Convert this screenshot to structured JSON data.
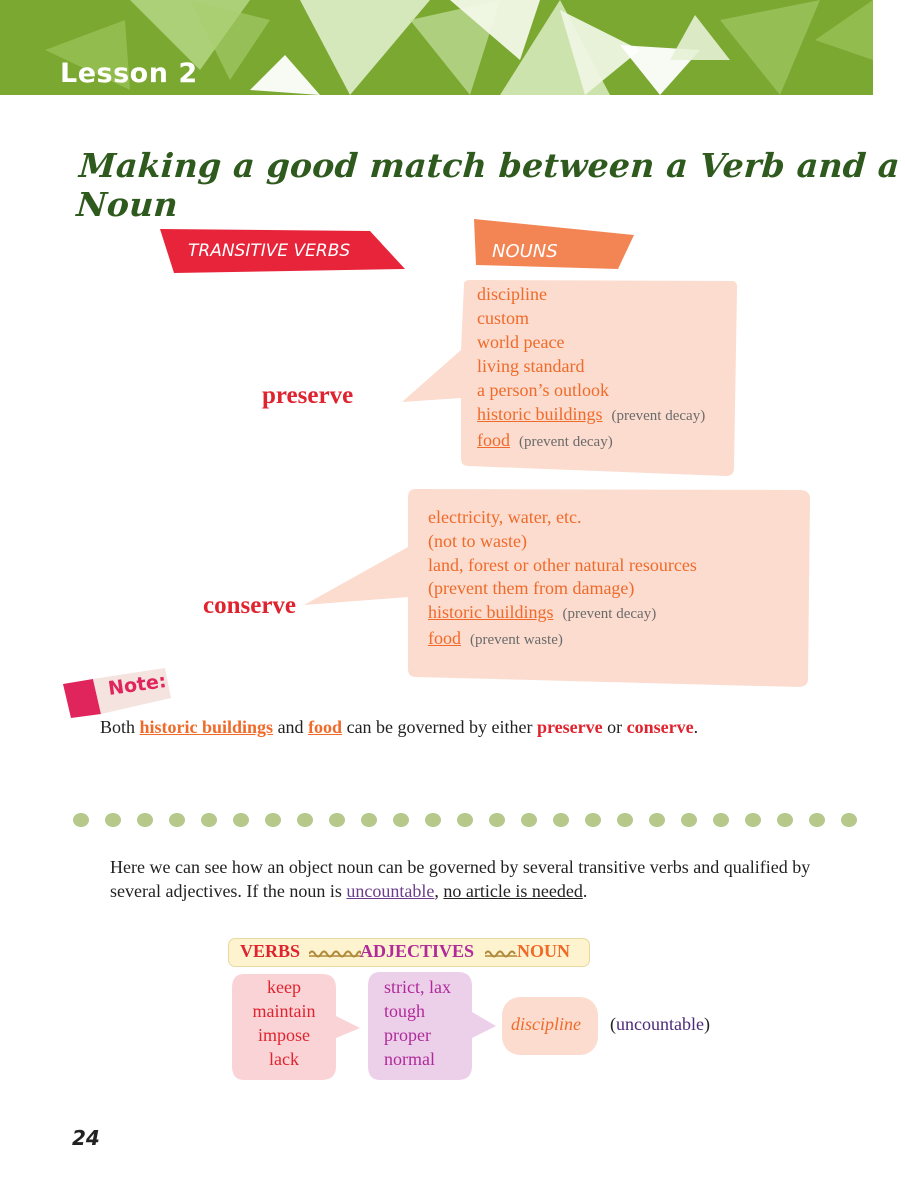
{
  "lesson": "Lesson 2",
  "title": "Making a good match between a Verb and a Noun",
  "headers": {
    "transitive": "TRANSITIVE VERBS",
    "nouns": "NOUNS"
  },
  "preserve": {
    "verb": "preserve",
    "items": [
      "discipline",
      "custom",
      "world peace",
      "living standard",
      "a person’s outlook"
    ],
    "hb": "historic buildings",
    "hb_note": "(prevent decay)",
    "food": "food",
    "food_note": "(prevent decay)"
  },
  "conserve": {
    "verb": "conserve",
    "items": [
      "electricity, water, etc.",
      "(not to waste)",
      "land, forest or other natural resources",
      "(prevent them from damage)"
    ],
    "hb": "historic buildings",
    "hb_note": "(prevent decay)",
    "food": "food",
    "food_note": "(prevent waste)"
  },
  "note": {
    "label": "Note:",
    "s1": "Both ",
    "hb": "historic buildings",
    "s2": " and ",
    "food": "food",
    "s3": " can be governed by either ",
    "preserve": "preserve",
    "s4": " or ",
    "conserve": "conserve",
    "s5": "."
  },
  "intro": {
    "s1": "Here we can see how an object noun can be governed by several transitive verbs and qualified by several adjectives. If the noun is ",
    "uncountable": "uncountable",
    "s2": ", ",
    "no_article": "no article is needed",
    "s3": "."
  },
  "chart": {
    "verbs_label": "VERBS",
    "adj_label": "ADJECTIVES",
    "noun_label": "NOUN",
    "verbs": [
      "keep",
      "maintain",
      "impose",
      "lack"
    ],
    "adjectives": [
      "strict, lax",
      "tough",
      "proper",
      "normal"
    ],
    "noun": "discipline",
    "noun_note": "uncountable"
  },
  "page_number": "24",
  "colors": {
    "banner": "#7aa831",
    "title": "#2f5a1e",
    "red": "#e0242f",
    "orange": "#f06a2a",
    "bubble": "#fbdccf"
  }
}
